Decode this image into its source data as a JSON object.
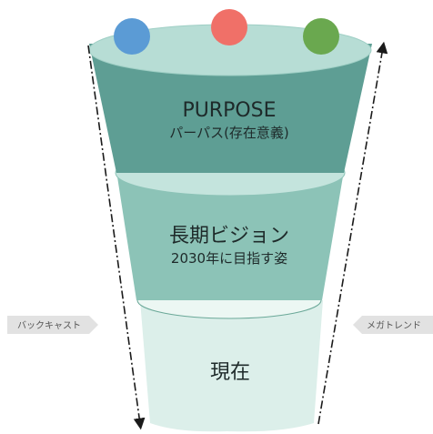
{
  "diagram": {
    "levels": [
      {
        "title": "PURPOSE",
        "subtitle": "パーパス(存在意義)"
      },
      {
        "title": "長期ビジョン",
        "subtitle": "2030年に目指す姿"
      },
      {
        "title": "現在"
      }
    ],
    "side_labels": {
      "left": "バックキャスト",
      "right": "メガトレンド"
    },
    "circles": [
      {
        "name": "blue-circle",
        "color": "#5b9bd5"
      },
      {
        "name": "red-circle",
        "color": "#f07068"
      },
      {
        "name": "green-circle",
        "color": "#6aa84f"
      }
    ],
    "colors": {
      "top_band": "#5e9e94",
      "top_rim": "#b7ddd5",
      "mid_band": "#8cc3b7",
      "mid_rim": "#c4e4dd",
      "bottom_band": "#dcefea",
      "bottom_rim": "#ecf7f3",
      "label_box": "#e2e2e2"
    }
  }
}
